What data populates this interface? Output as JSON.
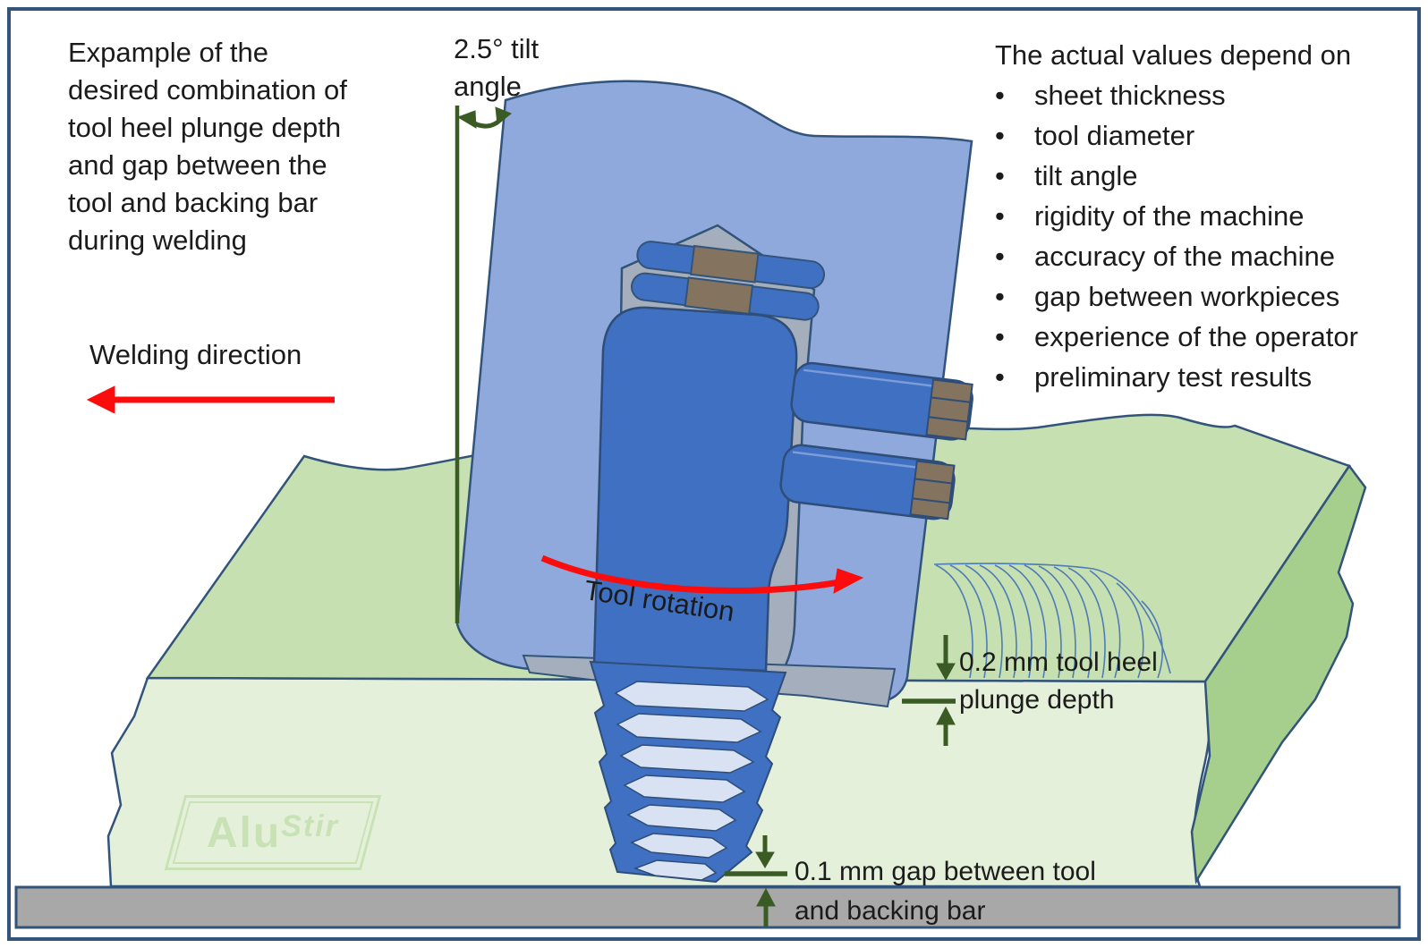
{
  "note": {
    "lines": [
      "Expample of the",
      "desired combination of",
      "tool heel plunge depth",
      "and gap between the",
      "tool and backing bar",
      "during welding"
    ]
  },
  "tilt": {
    "lines": [
      "2.5° tilt",
      "angle"
    ],
    "value": "2.5°"
  },
  "welding_direction": {
    "label": "Welding direction"
  },
  "depend": {
    "title": "The actual values depend on",
    "bullet": "•",
    "items": [
      "sheet thickness",
      "tool diameter",
      "tilt angle",
      "rigidity of the machine",
      "accuracy of the machine",
      "gap between workpieces",
      "experience of the operator",
      "preliminary test results"
    ]
  },
  "tool_rotation": {
    "label": "Tool rotation"
  },
  "plunge": {
    "lines": [
      "0.2 mm tool heel",
      "plunge depth"
    ],
    "value": "0.2 mm"
  },
  "gap": {
    "lines": [
      "0.1 mm gap between tool",
      "and backing bar"
    ],
    "value": "0.1 mm"
  },
  "watermark": {
    "alu": "Alu",
    "stir": "Stir"
  },
  "colors": {
    "frame": "#33547a",
    "tool_body_blue": "#4070c2",
    "shoulder_plate_blue": "#8fa9dc",
    "thread_light_blue": "#d9e2f3",
    "holder_gray": "#a4aebc",
    "clamp_brown": "#84735f",
    "workpiece_top_green": "#c7e0b2",
    "workpiece_side_green": "#a6cf8d",
    "workpiece_front_green": "#e4f0da",
    "backing_bar_gray": "#a8a8a8",
    "annotation_green": "#3b5b24",
    "arrow_red": "#fb0d0d",
    "watermark_green": "#c8e2b6"
  }
}
